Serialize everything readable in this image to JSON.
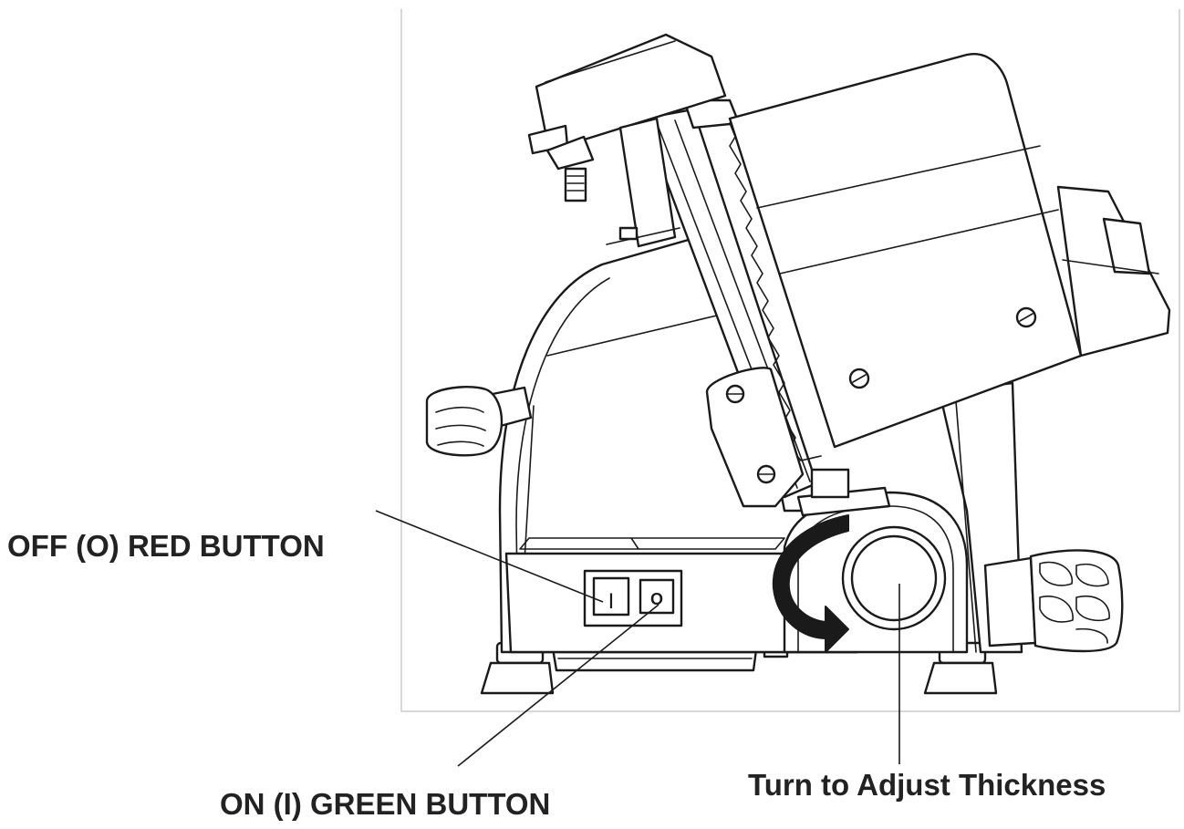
{
  "labels": {
    "off_button": "OFF (O) RED BUTTON",
    "on_button": "ON (I) GREEN BUTTON",
    "thickness_knob": "Turn to Adjust Thickness"
  },
  "switch_panel": {
    "on_symbol": "I",
    "off_symbol": "O"
  },
  "colors": {
    "line": "#1a1a1a",
    "frame": "#cccccc",
    "text": "#222222"
  }
}
